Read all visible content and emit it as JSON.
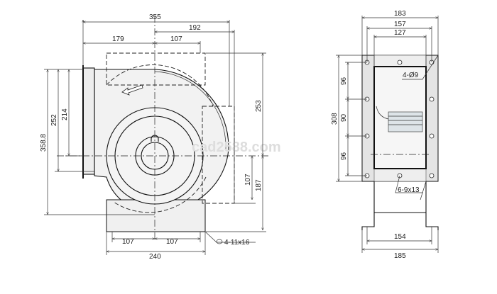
{
  "side_view": {
    "dims": {
      "overall_width": "355",
      "center_to_right": "192",
      "left_to_center": "179",
      "center_to_outlet_hole": "107",
      "height_total": "253",
      "height_lower": "187",
      "outlet_lower": "107",
      "height_358": "358.8",
      "height_252": "252",
      "height_214": "214",
      "base_left": "107",
      "base_right": "107",
      "base_width": "240"
    },
    "hole_note": "4-11x16"
  },
  "front_view": {
    "dims": {
      "width_outer": "183",
      "width_holes": "157",
      "width_inner": "127",
      "height": "308",
      "pitch_top": "96",
      "pitch_mid": "90",
      "pitch_bottom": "96",
      "base_holes": "154",
      "base_width": "185"
    },
    "hole_note_top": "4-Ø9",
    "hole_note_bottom": "6-9x13"
  },
  "watermark": "cad2588.com"
}
